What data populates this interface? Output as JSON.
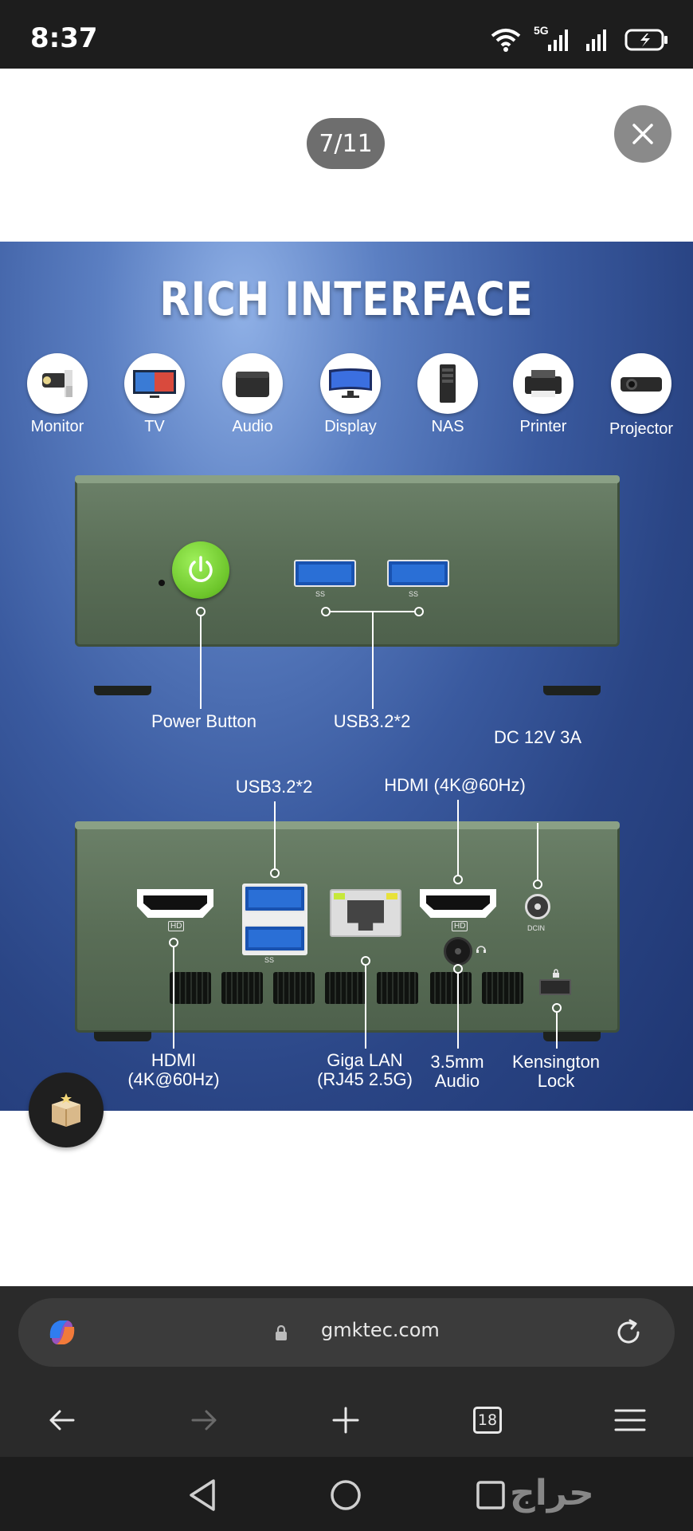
{
  "status_bar": {
    "time": "8:37",
    "network_label": "5G",
    "icons": [
      "wifi-icon",
      "signal-5g-icon",
      "signal-icon",
      "battery-charging-icon"
    ]
  },
  "viewer": {
    "counter": "7/11",
    "close_icon": "close-icon"
  },
  "product_image": {
    "headline": "RICH INTERFACE",
    "categories": [
      {
        "label": "Monitor",
        "icon": "security-camera-icon"
      },
      {
        "label": "TV",
        "icon": "tv-icon"
      },
      {
        "label": "Audio",
        "icon": "speaker-icon"
      },
      {
        "label": "Display",
        "icon": "display-icon"
      },
      {
        "label": "NAS",
        "icon": "nas-icon"
      },
      {
        "label": "Printer",
        "icon": "printer-icon"
      },
      {
        "label": "Projector",
        "icon": "projector-icon"
      }
    ],
    "front": {
      "power_button": "Power Button",
      "usb": "USB3.2*2"
    },
    "rear": {
      "dc": "DC 12V 3A",
      "usb": "USB3.2*2",
      "hdmi_top": "HDMI (4K@60Hz)",
      "hdmi_left_line1": "HDMI",
      "hdmi_left_line2": "(4K@60Hz)",
      "lan_line1": "Giga LAN",
      "lan_line2": "(RJ45 2.5G)",
      "audio_line1": "3.5mm",
      "audio_line2": "Audio",
      "lock_line1": "Kensington",
      "lock_line2": "Lock",
      "port_tag_hd": "HD",
      "port_tag_dcin": "DCIN",
      "port_tag_ss": "SS"
    },
    "accent_green": "#7ed321"
  },
  "fab": {
    "icon": "gift-box-icon"
  },
  "browser": {
    "url": "gmktec.com",
    "tab_count": "18",
    "icons": [
      "copilot-icon",
      "lock-icon",
      "reload-icon",
      "back-icon",
      "forward-icon",
      "new-tab-icon",
      "tabs-icon",
      "menu-icon"
    ]
  },
  "system_nav": {
    "watermark": "حراج",
    "icons": [
      "nav-back-icon",
      "nav-home-icon",
      "nav-recents-icon"
    ]
  }
}
